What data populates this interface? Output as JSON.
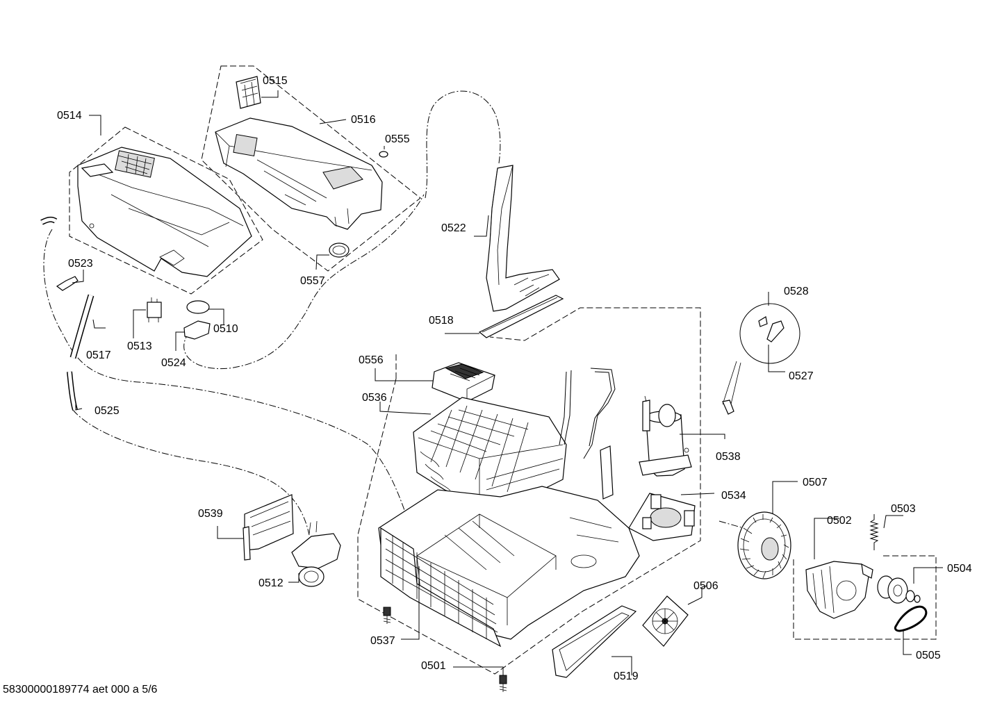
{
  "footer": {
    "document_code": "58300000189774 aet 000 a 5/6"
  },
  "labels": {
    "p0501": "0501",
    "p0502": "0502",
    "p0503": "0503",
    "p0504": "0504",
    "p0505": "0505",
    "p0506": "0506",
    "p0507": "0507",
    "p0510": "0510",
    "p0512": "0512",
    "p0513": "0513",
    "p0514": "0514",
    "p0515": "0515",
    "p0516": "0516",
    "p0517": "0517",
    "p0518": "0518",
    "p0519": "0519",
    "p0522": "0522",
    "p0523": "0523",
    "p0524": "0524",
    "p0525": "0525",
    "p0527": "0527",
    "p0528": "0528",
    "p0534": "0534",
    "p0536": "0536",
    "p0537": "0537",
    "p0538": "0538",
    "p0539": "0539",
    "p0555": "0555",
    "p0556": "0556",
    "p0557": "0557"
  }
}
